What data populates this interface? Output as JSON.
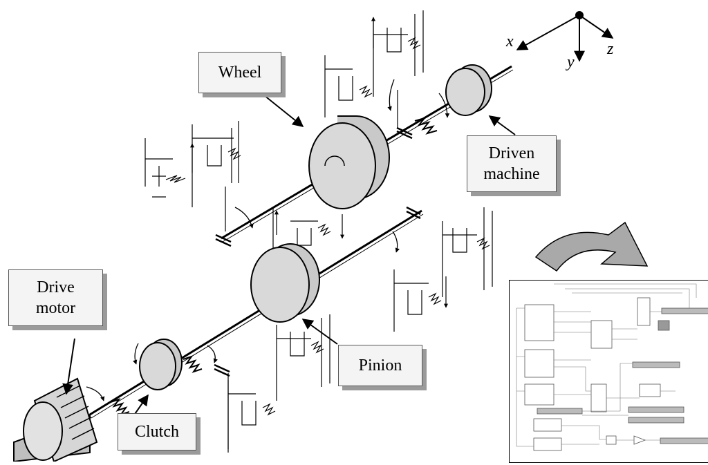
{
  "labels": {
    "wheel": "Wheel",
    "driven_machine": "Driven\nmachine",
    "drive_motor": "Drive\nmotor",
    "pinion": "Pinion",
    "clutch": "Clutch"
  },
  "axes": {
    "x": "x",
    "y": "y",
    "z": "z"
  },
  "colors": {
    "body": "#d6d6d6",
    "callout_bg": "#f4f4f4",
    "shadow": "#9a9a9a",
    "ink": "#000000"
  }
}
